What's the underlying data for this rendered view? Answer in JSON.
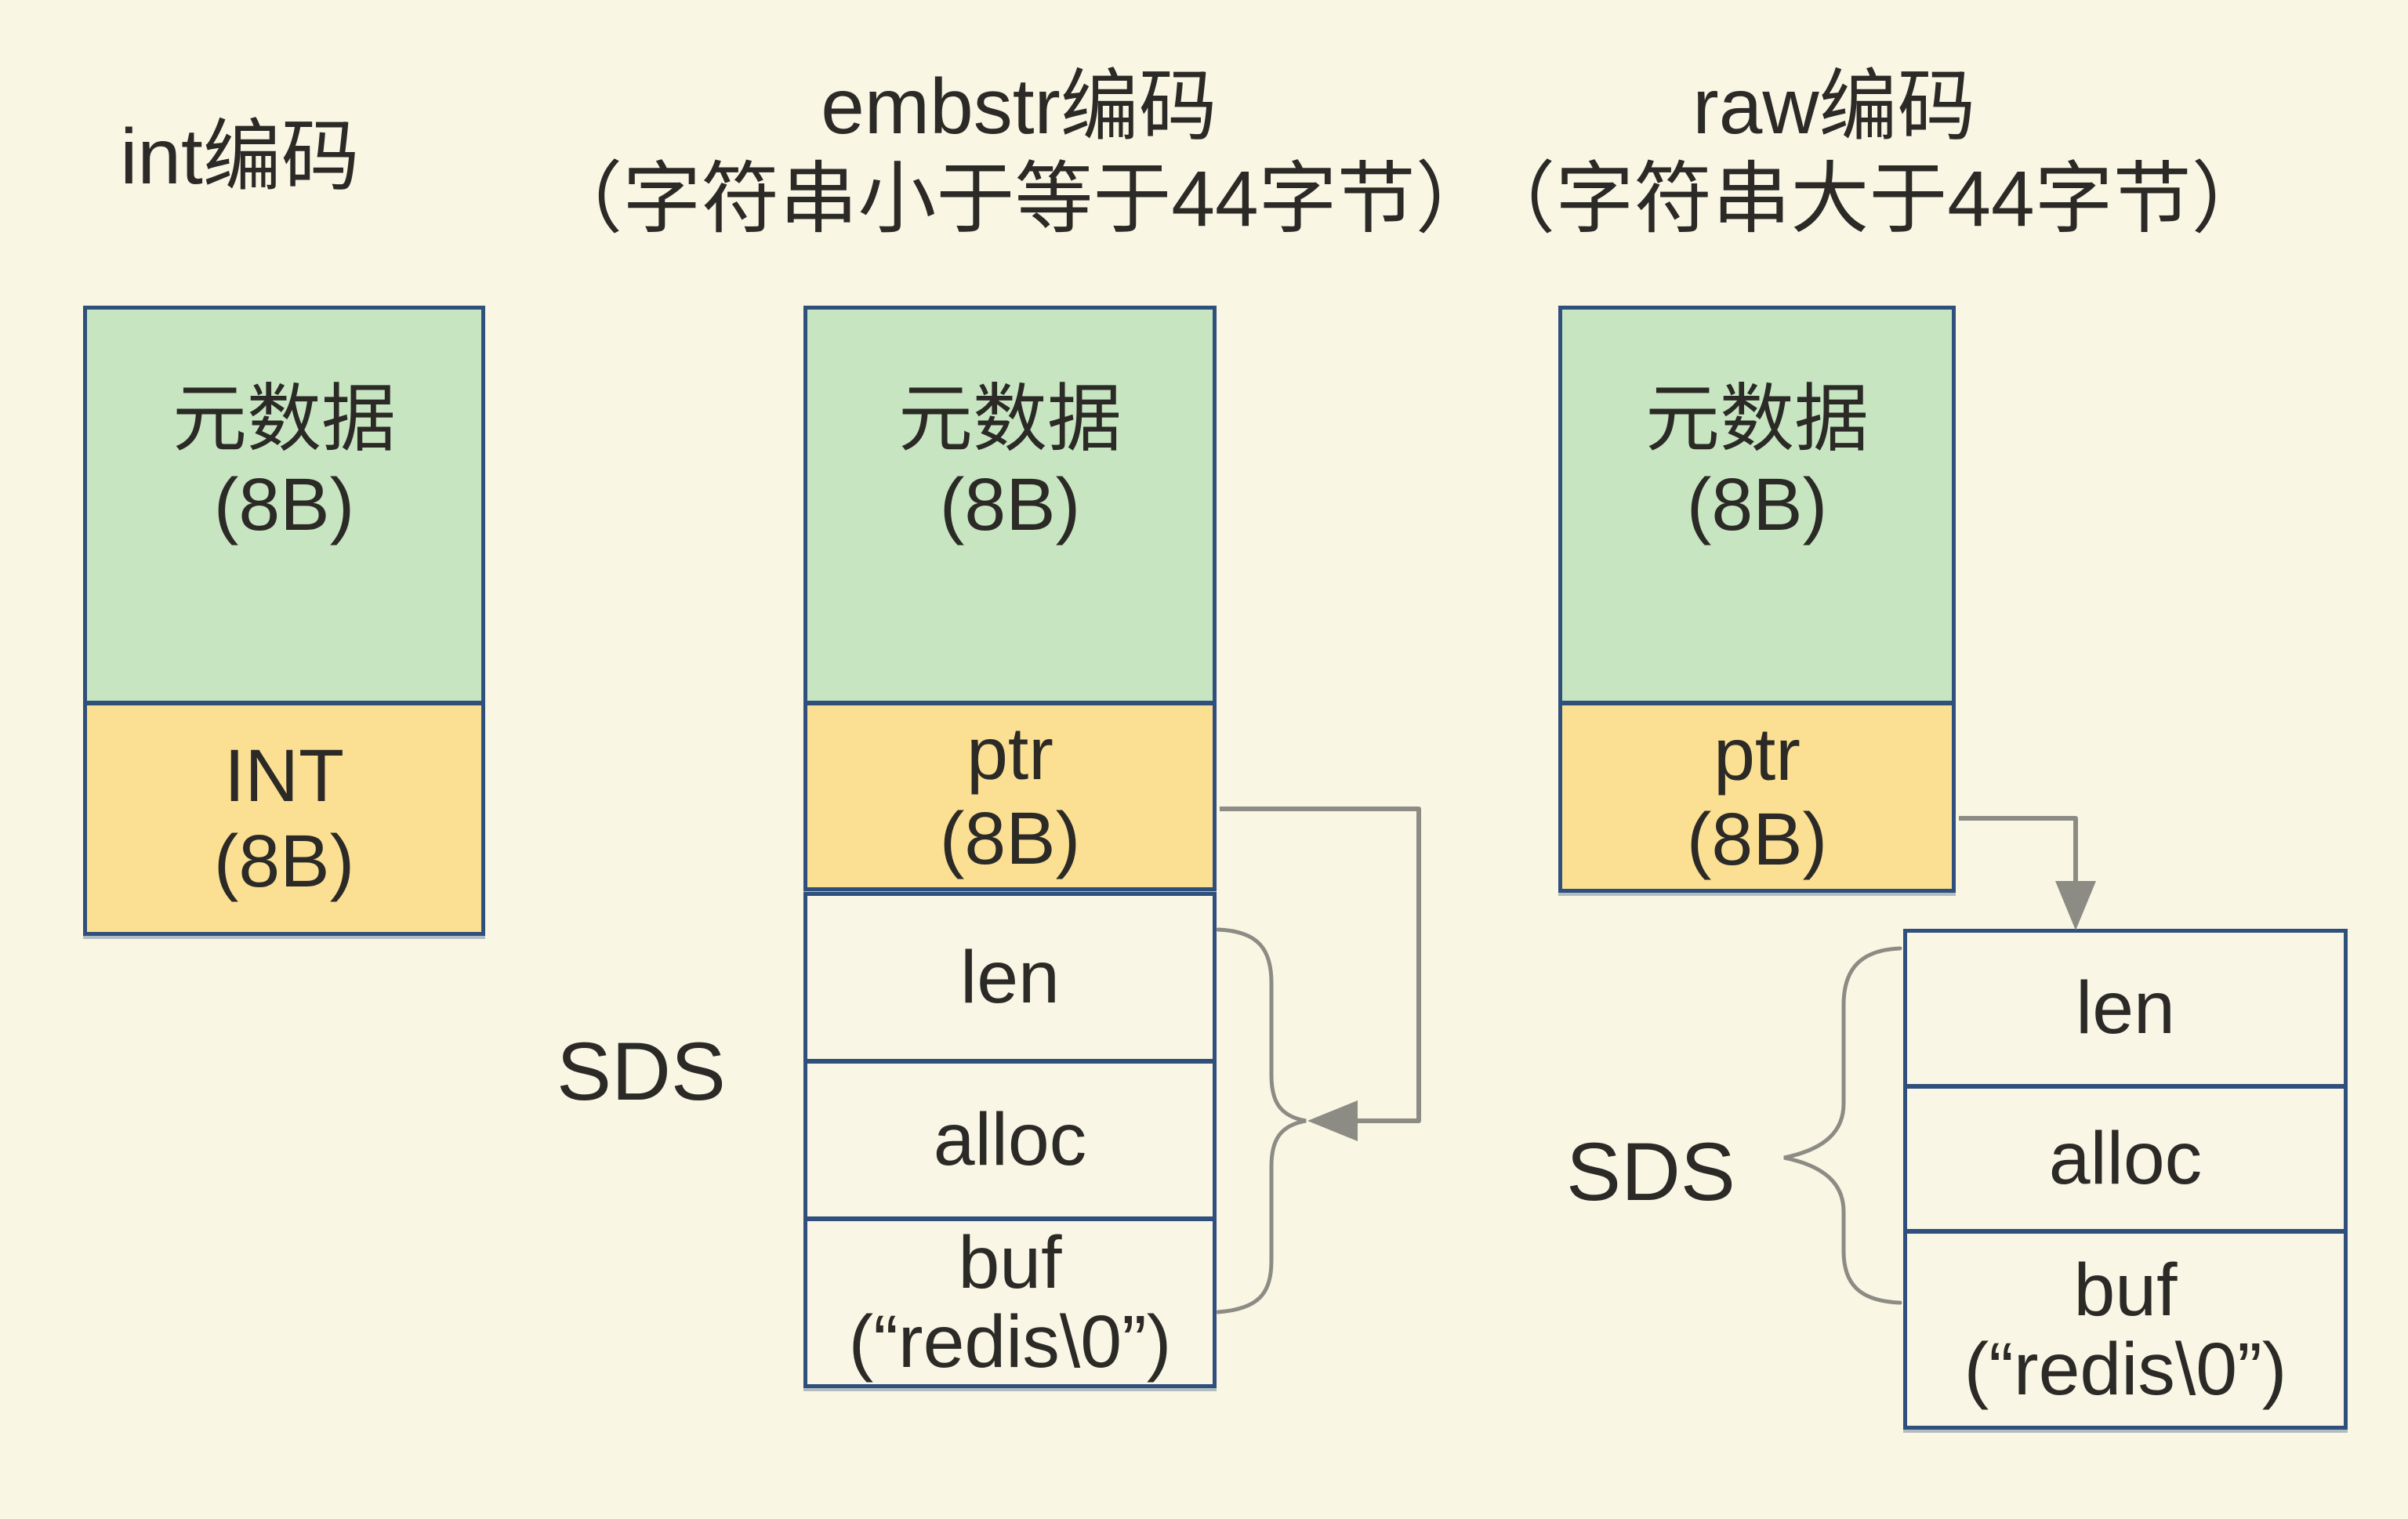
{
  "diagram": {
    "titles": {
      "int": "int编码",
      "embstr": "embstr编码",
      "embstr_condition": "（字符串小于等于44字节）",
      "raw": "raw编码",
      "raw_condition": "（字符串大于44字节）"
    },
    "labels": {
      "metadata": "元数据",
      "metadata_size": "(8B)",
      "int_value": "INT",
      "int_size": "(8B)",
      "ptr": "ptr",
      "ptr_size": "(8B)",
      "len": "len",
      "alloc": "alloc",
      "buf": "buf",
      "buf_value": "(“redis\\0”)",
      "sds": "SDS"
    },
    "colors": {
      "background": "#f9f6e4",
      "metadata_fill": "#c6e5c0",
      "pointer_fill": "#fbdf93",
      "box_border": "#2f4f7d",
      "connector_line": "#8c8c85",
      "text": "#2b2a26"
    }
  }
}
